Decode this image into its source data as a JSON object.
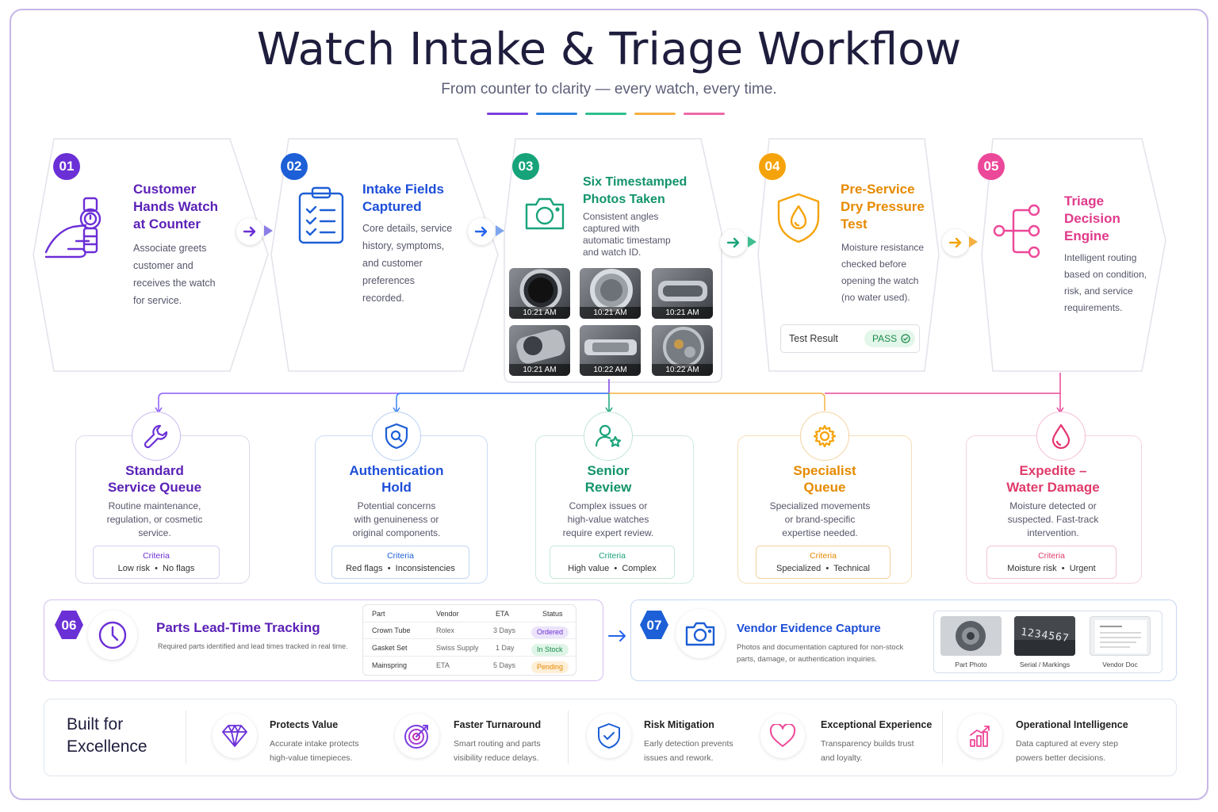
{
  "title": "Watch Intake & Triage Workflow",
  "subtitle": "From counter to clarity — every watch, every time.",
  "colors": {
    "purple": "#7a3fe0",
    "blue": "#2563eb",
    "green": "#1aa37a",
    "orange": "#f59e0b",
    "pink": "#ec4899"
  },
  "steps": [
    {
      "num": "01",
      "title": "Customer\nHands Watch\nat Counter",
      "desc": "Associate greets\ncustomer and\nreceives the watch\nfor service.",
      "icon": "hand-watch-icon"
    },
    {
      "num": "02",
      "title": "Intake Fields\nCaptured",
      "desc": "Core details, service\nhistory, symptoms,\nand customer\npreferences\nrecorded.",
      "icon": "clipboard-checklist-icon"
    },
    {
      "num": "03",
      "title": "Six Timestamped\nPhotos Taken",
      "desc": "Consistent angles\ncaptured with\nautomatic timestamp\nand watch ID.",
      "icon": "camera-icon",
      "photos": [
        "10:21 AM",
        "10:21 AM",
        "10:21 AM",
        "10:21 AM",
        "10:22 AM",
        "10:22 AM"
      ]
    },
    {
      "num": "04",
      "title": "Pre-Service\nDry Pressure\nTest",
      "desc": "Moisture resistance\nchecked before\nopening the watch\n(no water used).",
      "icon": "shield-droplet-icon",
      "test_label": "Test Result",
      "test_value": "PASS"
    },
    {
      "num": "05",
      "title": "Triage\nDecision\nEngine",
      "desc": "Intelligent routing\nbased on condition,\nrisk, and service\nrequirements.",
      "icon": "decision-tree-icon"
    }
  ],
  "queues": [
    {
      "title": "Standard\nService Queue",
      "desc": "Routine maintenance,\nregulation, or cosmetic\nservice.",
      "criteria_label": "Criteria",
      "criteria": "Low risk  •  No flags",
      "icon": "wrench-icon"
    },
    {
      "title": "Authentication\nHold",
      "desc": "Potential concerns\nwith genuineness or\noriginal components.",
      "criteria_label": "Criteria",
      "criteria": "Red flags  •  Inconsistencies",
      "icon": "shield-search-icon"
    },
    {
      "title": "Senior\nReview",
      "desc": "Complex issues or\nhigh-value watches\nrequire expert review.",
      "criteria_label": "Criteria",
      "criteria": "High value  •  Complex",
      "icon": "user-star-icon"
    },
    {
      "title": "Specialist\nQueue",
      "desc": "Specialized movements\nor brand-specific\nexpertise needed.",
      "criteria_label": "Criteria",
      "criteria": "Specialized  •  Technical",
      "icon": "gear-icon"
    },
    {
      "title": "Expedite –\nWater Damage",
      "desc": "Moisture detected or\nsuspected. Fast-track\nintervention.",
      "criteria_label": "Criteria",
      "criteria": "Moisture risk  •  Urgent",
      "icon": "droplet-icon"
    }
  ],
  "parts": {
    "num": "06",
    "title": "Parts Lead-Time Tracking",
    "desc": "Required parts identified and lead times tracked in real time.",
    "headers": [
      "Part",
      "Vendor",
      "ETA",
      "Status"
    ],
    "rows": [
      {
        "part": "Crown Tube",
        "vendor": "Rolex",
        "eta": "3 Days",
        "status": "Ordered"
      },
      {
        "part": "Gasket Set",
        "vendor": "Swiss Supply",
        "eta": "1 Day",
        "status": "In Stock"
      },
      {
        "part": "Mainspring",
        "vendor": "ETA",
        "eta": "5 Days",
        "status": "Pending"
      }
    ]
  },
  "vendor": {
    "num": "07",
    "title": "Vendor Evidence Capture",
    "desc": "Photos and documentation captured for non-stock\nparts, damage, or authentication inquiries.",
    "images": [
      {
        "label": "Part Photo"
      },
      {
        "label": "Serial / Markings",
        "text": "1234567"
      },
      {
        "label": "Vendor Doc"
      }
    ]
  },
  "benefits": {
    "heading": "Built for\nExcellence",
    "items": [
      {
        "title": "Protects Value",
        "desc": "Accurate intake protects\nhigh-value timepieces.",
        "icon": "diamond-icon"
      },
      {
        "title": "Faster Turnaround",
        "desc": "Smart routing and parts\nvisibility reduce delays.",
        "icon": "target-icon"
      },
      {
        "title": "Risk Mitigation",
        "desc": "Early detection prevents\nissues and rework.",
        "icon": "shield-check-icon"
      },
      {
        "title": "Exceptional Experience",
        "desc": "Transparency builds trust\nand loyalty.",
        "icon": "heart-icon"
      },
      {
        "title": "Operational Intelligence",
        "desc": "Data captured at every step\npowers better decisions.",
        "icon": "bar-chart-icon"
      }
    ]
  }
}
